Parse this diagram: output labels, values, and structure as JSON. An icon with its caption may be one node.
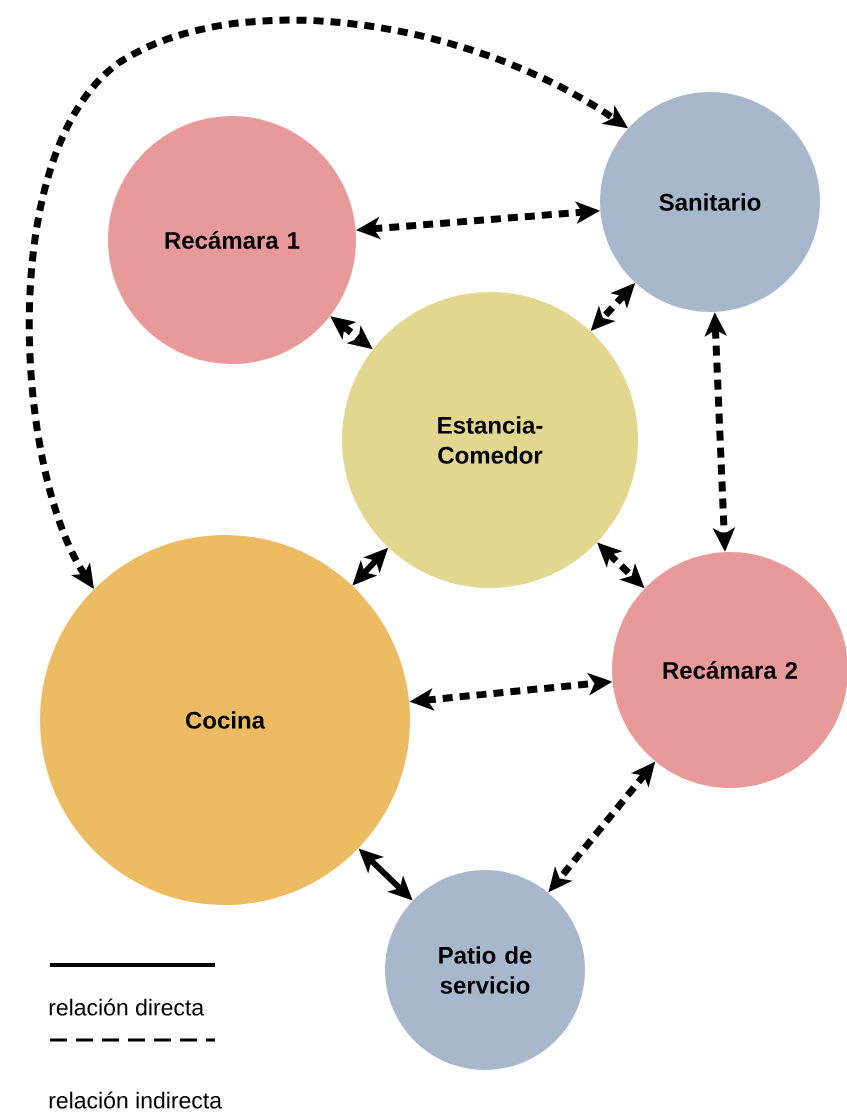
{
  "diagram": {
    "nodes": [
      {
        "text": [
          "Recámara 1"
        ]
      },
      {
        "text": [
          "Sanitario"
        ]
      },
      {
        "text": [
          "Estancia-Comedor"
        ]
      },
      {
        "text": [
          "Cocina"
        ]
      },
      {
        "text": [
          "Recámara 2"
        ]
      },
      {
        "text": [
          "Patio de servicio"
        ]
      }
    ],
    "edges": [
      {
        "from": 3,
        "to": 1,
        "arrow": "both",
        "style": "dashed"
      },
      {
        "from": 0,
        "to": 1,
        "arrow": "both",
        "style": "dashed"
      },
      {
        "from": 0,
        "to": 2,
        "arrow": "both",
        "style": "dashed"
      },
      {
        "from": 1,
        "to": 2,
        "arrow": "both",
        "style": "dashed"
      },
      {
        "from": 1,
        "to": 4,
        "arrow": "both",
        "style": "dashed"
      },
      {
        "from": 2,
        "to": 3,
        "arrow": "both"
      },
      {
        "from": 2,
        "to": 4,
        "arrow": "both",
        "style": "dashed"
      },
      {
        "from": 3,
        "to": 4,
        "arrow": "both",
        "style": "dashed"
      },
      {
        "from": 3,
        "to": 5,
        "arrow": "both"
      },
      {
        "from": 4,
        "to": 5,
        "arrow": "both",
        "style": "dashed"
      }
    ],
    "legend": [
      {
        "text": "relación directa"
      },
      {
        "text": "relación indirecta"
      }
    ]
  }
}
